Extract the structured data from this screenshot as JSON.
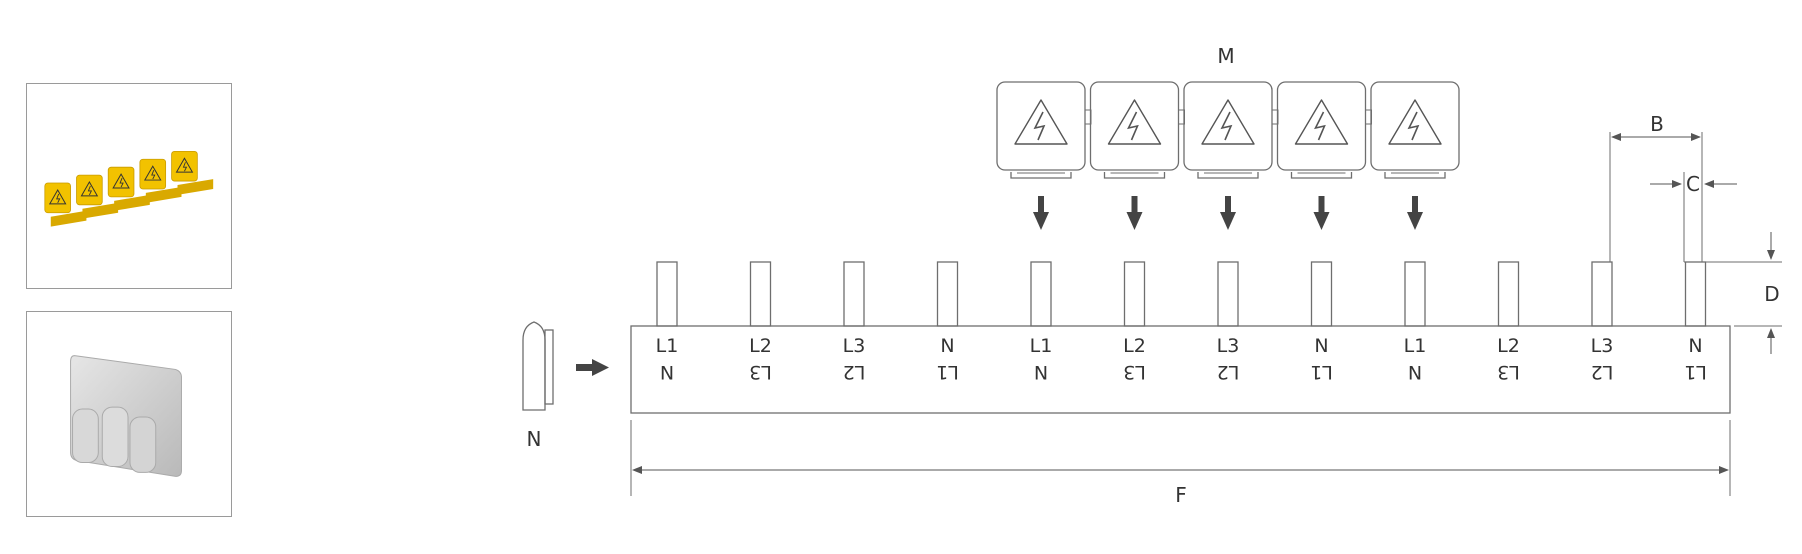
{
  "labels": {
    "cover_strip": "M",
    "end_cap": "N",
    "pin_pitch": "B",
    "pin_width": "C",
    "pin_height": "D",
    "total_length": "F"
  },
  "pins": [
    {
      "top": "L1",
      "bottom": "N"
    },
    {
      "top": "L2",
      "bottom": "L3"
    },
    {
      "top": "L3",
      "bottom": "L2"
    },
    {
      "top": "N",
      "bottom": "L1"
    },
    {
      "top": "L1",
      "bottom": "N"
    },
    {
      "top": "L2",
      "bottom": "L3"
    },
    {
      "top": "L3",
      "bottom": "L2"
    },
    {
      "top": "N",
      "bottom": "L1"
    },
    {
      "top": "L1",
      "bottom": "N"
    },
    {
      "top": "L2",
      "bottom": "L3"
    },
    {
      "top": "L3",
      "bottom": "L2"
    },
    {
      "top": "N",
      "bottom": "L1"
    }
  ],
  "colors": {
    "line": "#6e6e6e",
    "arrow": "#444444",
    "cover_yellow": "#f2c200",
    "cap_grey": "#d0d0d0"
  },
  "icons": [
    "yellow-cover-strip-icon",
    "grey-end-cap-icon",
    "high-voltage-icon",
    "down-arrow-icon",
    "right-arrow-icon"
  ]
}
